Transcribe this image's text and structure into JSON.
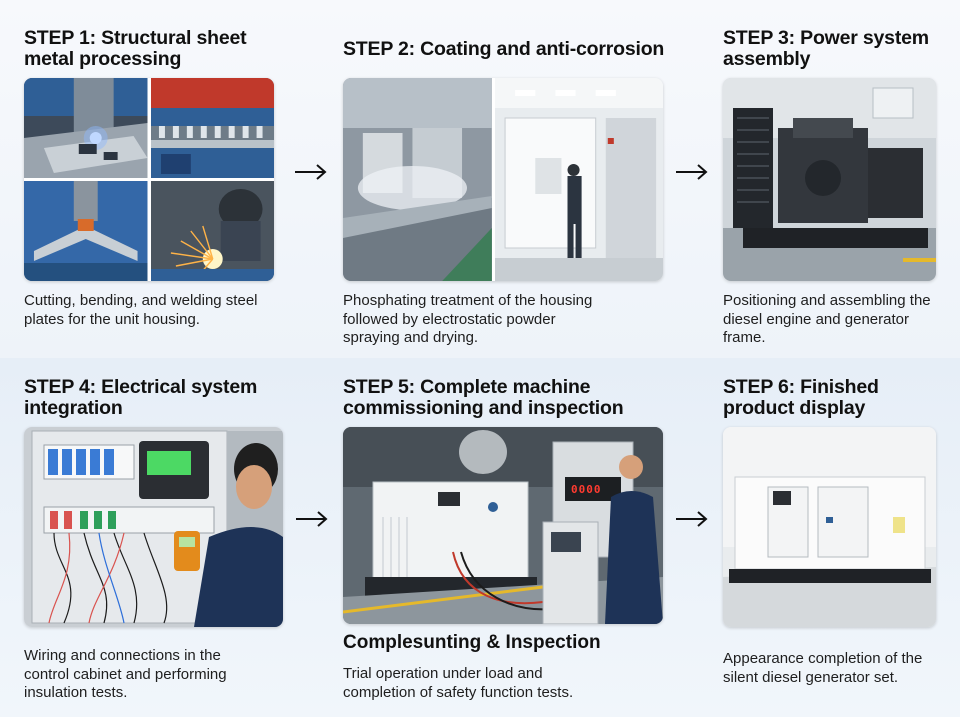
{
  "steps": [
    {
      "title_line1": "STEP 1: Structural sheet",
      "title_line2": "metal processing",
      "desc_line1": "Cutting, bending, and welding steel",
      "desc_line2": "plates for the unit housing.",
      "desc_line3": ""
    },
    {
      "title_line1": "STEP 2: Coating and anti-corrosion",
      "title_line2": "",
      "desc_line1": "Phosphating treatment of the housing",
      "desc_line2": "followed by electrostatic powder",
      "desc_line3": "spraying and drying."
    },
    {
      "title_line1": "STEP 3: Power system",
      "title_line2": "assembly",
      "desc_line1": "Positioning and assembling the",
      "desc_line2": "diesel engine and generator",
      "desc_line3": "frame."
    },
    {
      "title_line1": "STEP 4: Electrical system",
      "title_line2": "integration",
      "desc_line1": "Wiring and connections in the",
      "desc_line2": "control cabinet and performing",
      "desc_line3": "insulation tests."
    },
    {
      "title_line1": "STEP 5: Complete machine",
      "title_line2": "commissioning and inspection",
      "desc_line1": "Trial operation under load and",
      "desc_line2": "completion of safety function tests.",
      "desc_line3": ""
    },
    {
      "title_line1": "STEP 6: Finished",
      "title_line2": "product display",
      "desc_line1": "Appearance completion of the",
      "desc_line2": "silent diesel generator set.",
      "desc_line3": ""
    }
  ],
  "step5_subheading": "Complesunting & Inspection",
  "meter_readout": "0000",
  "arrow_icon": "right-arrow-icon",
  "colors": {
    "text": "#111111",
    "machine_blue": "#2f5f96",
    "generator_white": "#f2f2f2",
    "engine_dark": "#2b2e33",
    "safety_yellow": "#e5b92b"
  }
}
